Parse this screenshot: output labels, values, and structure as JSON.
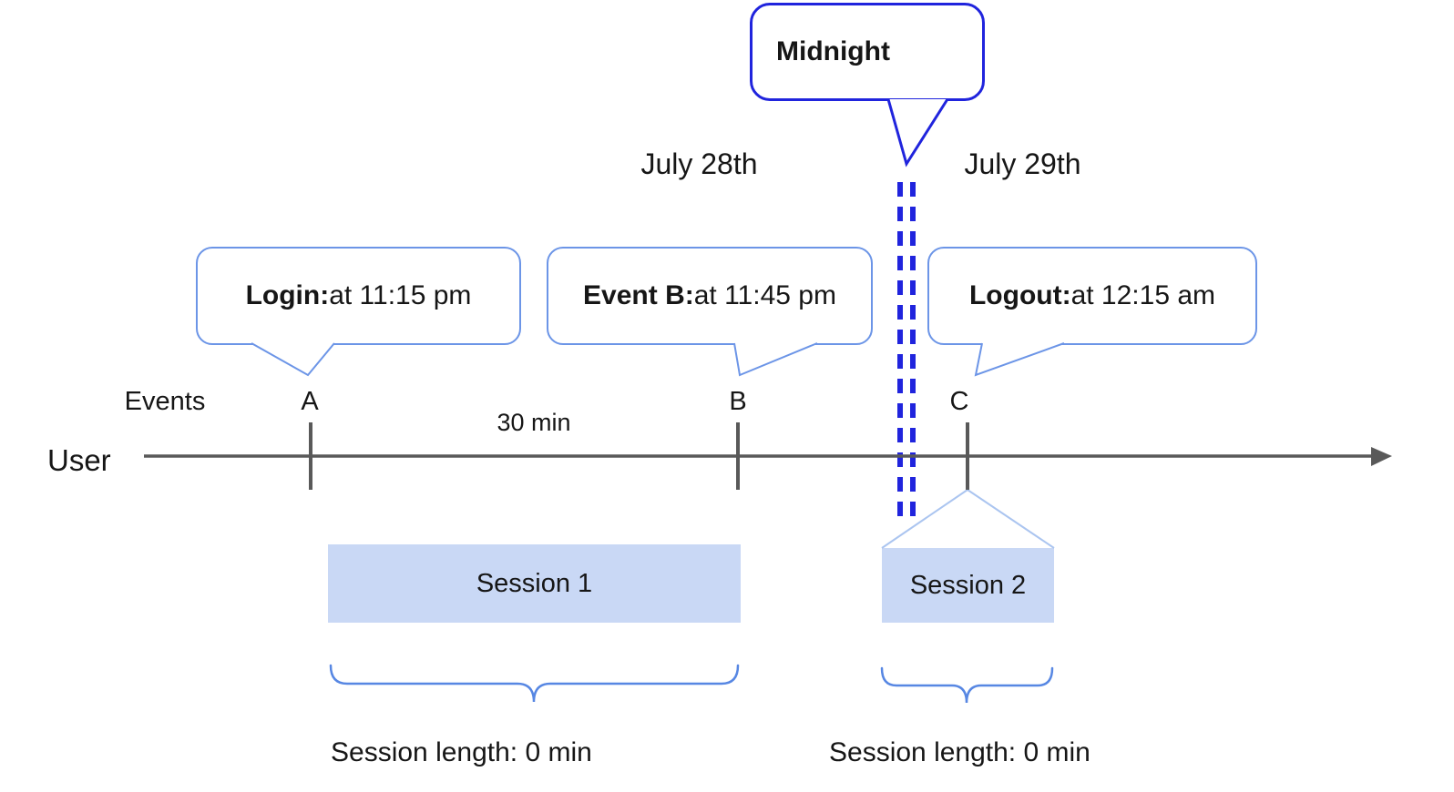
{
  "diagram": {
    "midnight_bubble": {
      "label": "Midnight"
    },
    "dates": {
      "left": "July 28th",
      "right": "July 29th"
    },
    "axis": {
      "events_label": "Events",
      "user_label": "User",
      "interval_label": "30 min"
    },
    "events": [
      {
        "id": "A",
        "bubble_bold": "Login:",
        "bubble_rest": " at 11:15 pm"
      },
      {
        "id": "B",
        "bubble_bold": "Event B:",
        "bubble_rest": " at 11:45 pm"
      },
      {
        "id": "C",
        "bubble_bold": "Logout:",
        "bubble_rest": " at 12:15 am"
      }
    ],
    "sessions": [
      {
        "label": "Session 1",
        "length_label": "Session length: 0 min"
      },
      {
        "label": "Session 2",
        "length_label": "Session length: 0 min"
      }
    ]
  },
  "colors": {
    "axis_gray": "#595959",
    "deep_blue": "#2024dd",
    "bubble_blue": "#6c95e7",
    "brace_blue": "#5787e3",
    "funnel_blue": "#abc5f0",
    "bar_fill": "#c9d8f5",
    "text_black": "#161616"
  }
}
